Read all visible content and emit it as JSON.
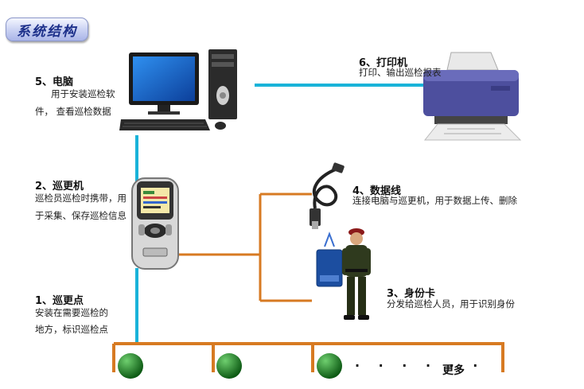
{
  "title": "系统结构",
  "nodes": {
    "computer": {
      "heading": "5、电脑",
      "line1": "用于安装巡检软",
      "line2": "件，  查看巡检数据"
    },
    "printer": {
      "heading": "6、打印机",
      "line1": "打印、输出巡检报表"
    },
    "patrol_device": {
      "heading": "2、巡更机",
      "line1": "巡检员巡检时携带，用",
      "line2": "于采集、保存巡检信息"
    },
    "data_cable": {
      "heading": "4、数据线",
      "line1": "连接电脑与巡更机，用于数据上传、删除"
    },
    "id_card": {
      "heading": "3、身份卡",
      "line1": "分发给巡检人员，用于识别身份"
    },
    "checkpoint": {
      "heading": "1、巡更点",
      "line1": "安装在需要巡检的",
      "line2": "地方，标识巡检点"
    }
  },
  "bottom": {
    "dots": "· · · · · ·",
    "more": "更多"
  },
  "colors": {
    "blue_line": "#19b3d9",
    "orange_line": "#d77a22",
    "title_text": "#1c2f8a"
  }
}
